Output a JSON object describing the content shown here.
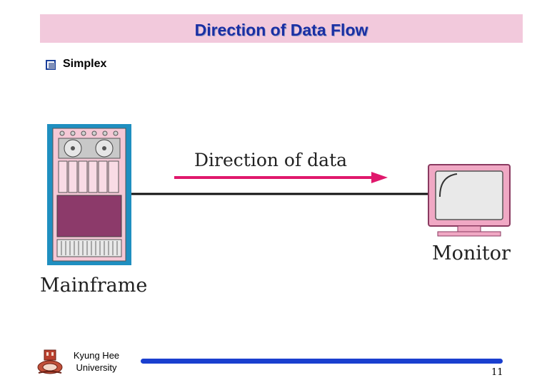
{
  "slide": {
    "title": "Direction of Data Flow",
    "bullet": "Simplex",
    "page_number": "11"
  },
  "diagram": {
    "arrow_label": "Direction of data",
    "receiver_label": "Monitor",
    "sender_label": "Mainframe",
    "colors": {
      "arrow": "#e0186c",
      "frame_blue": "#1f8fc0",
      "rack_pink": "#f5c8d6",
      "panel_purple": "#8c3a6a",
      "link_line": "#111111"
    }
  },
  "footer": {
    "university_line1": "Kyung Hee",
    "university_line2": "University",
    "line_color": "#1a3fcf"
  },
  "icons": {
    "bullet": "hollow-square-bullet-icon",
    "logo": "university-seal-icon"
  }
}
